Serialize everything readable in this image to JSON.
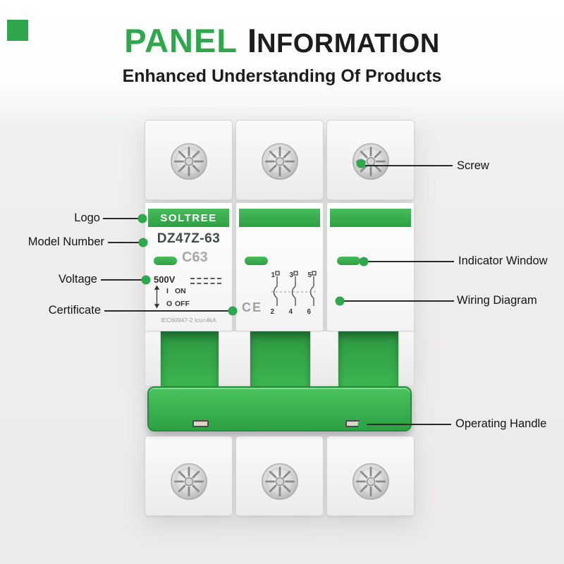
{
  "header": {
    "title_green": "PANEL",
    "title_dark_initial": "I",
    "title_dark_rest": "NFORMATION",
    "subtitle": "Enhanced Understanding Of Products"
  },
  "breaker": {
    "brand": "SOLTREE",
    "model": "DZ47Z-63",
    "current_rating": "C63",
    "voltage": "500V",
    "on_symbol": "I",
    "on_label": "ON",
    "off_symbol": "O",
    "off_label": "OFF",
    "standard": "IEC60947-2 Icu=4kA",
    "ce_mark": "CE",
    "wiring": {
      "top": [
        "1",
        "3",
        "5"
      ],
      "bottom": [
        "2",
        "4",
        "6"
      ]
    }
  },
  "callouts": {
    "logo": "Logo",
    "model_number": "Model Number",
    "voltage": "Voltage",
    "certificate": "Certificate",
    "screw": "Screw",
    "indicator_window": "Indicator Window",
    "wiring_diagram": "Wiring Diagram",
    "operating_handle": "Operating Handle"
  },
  "colors": {
    "accent_green": "#2fa84d",
    "breaker_green": "#2f9f44",
    "text_dark": "#1d1d1d",
    "background": "#ecebeb"
  }
}
